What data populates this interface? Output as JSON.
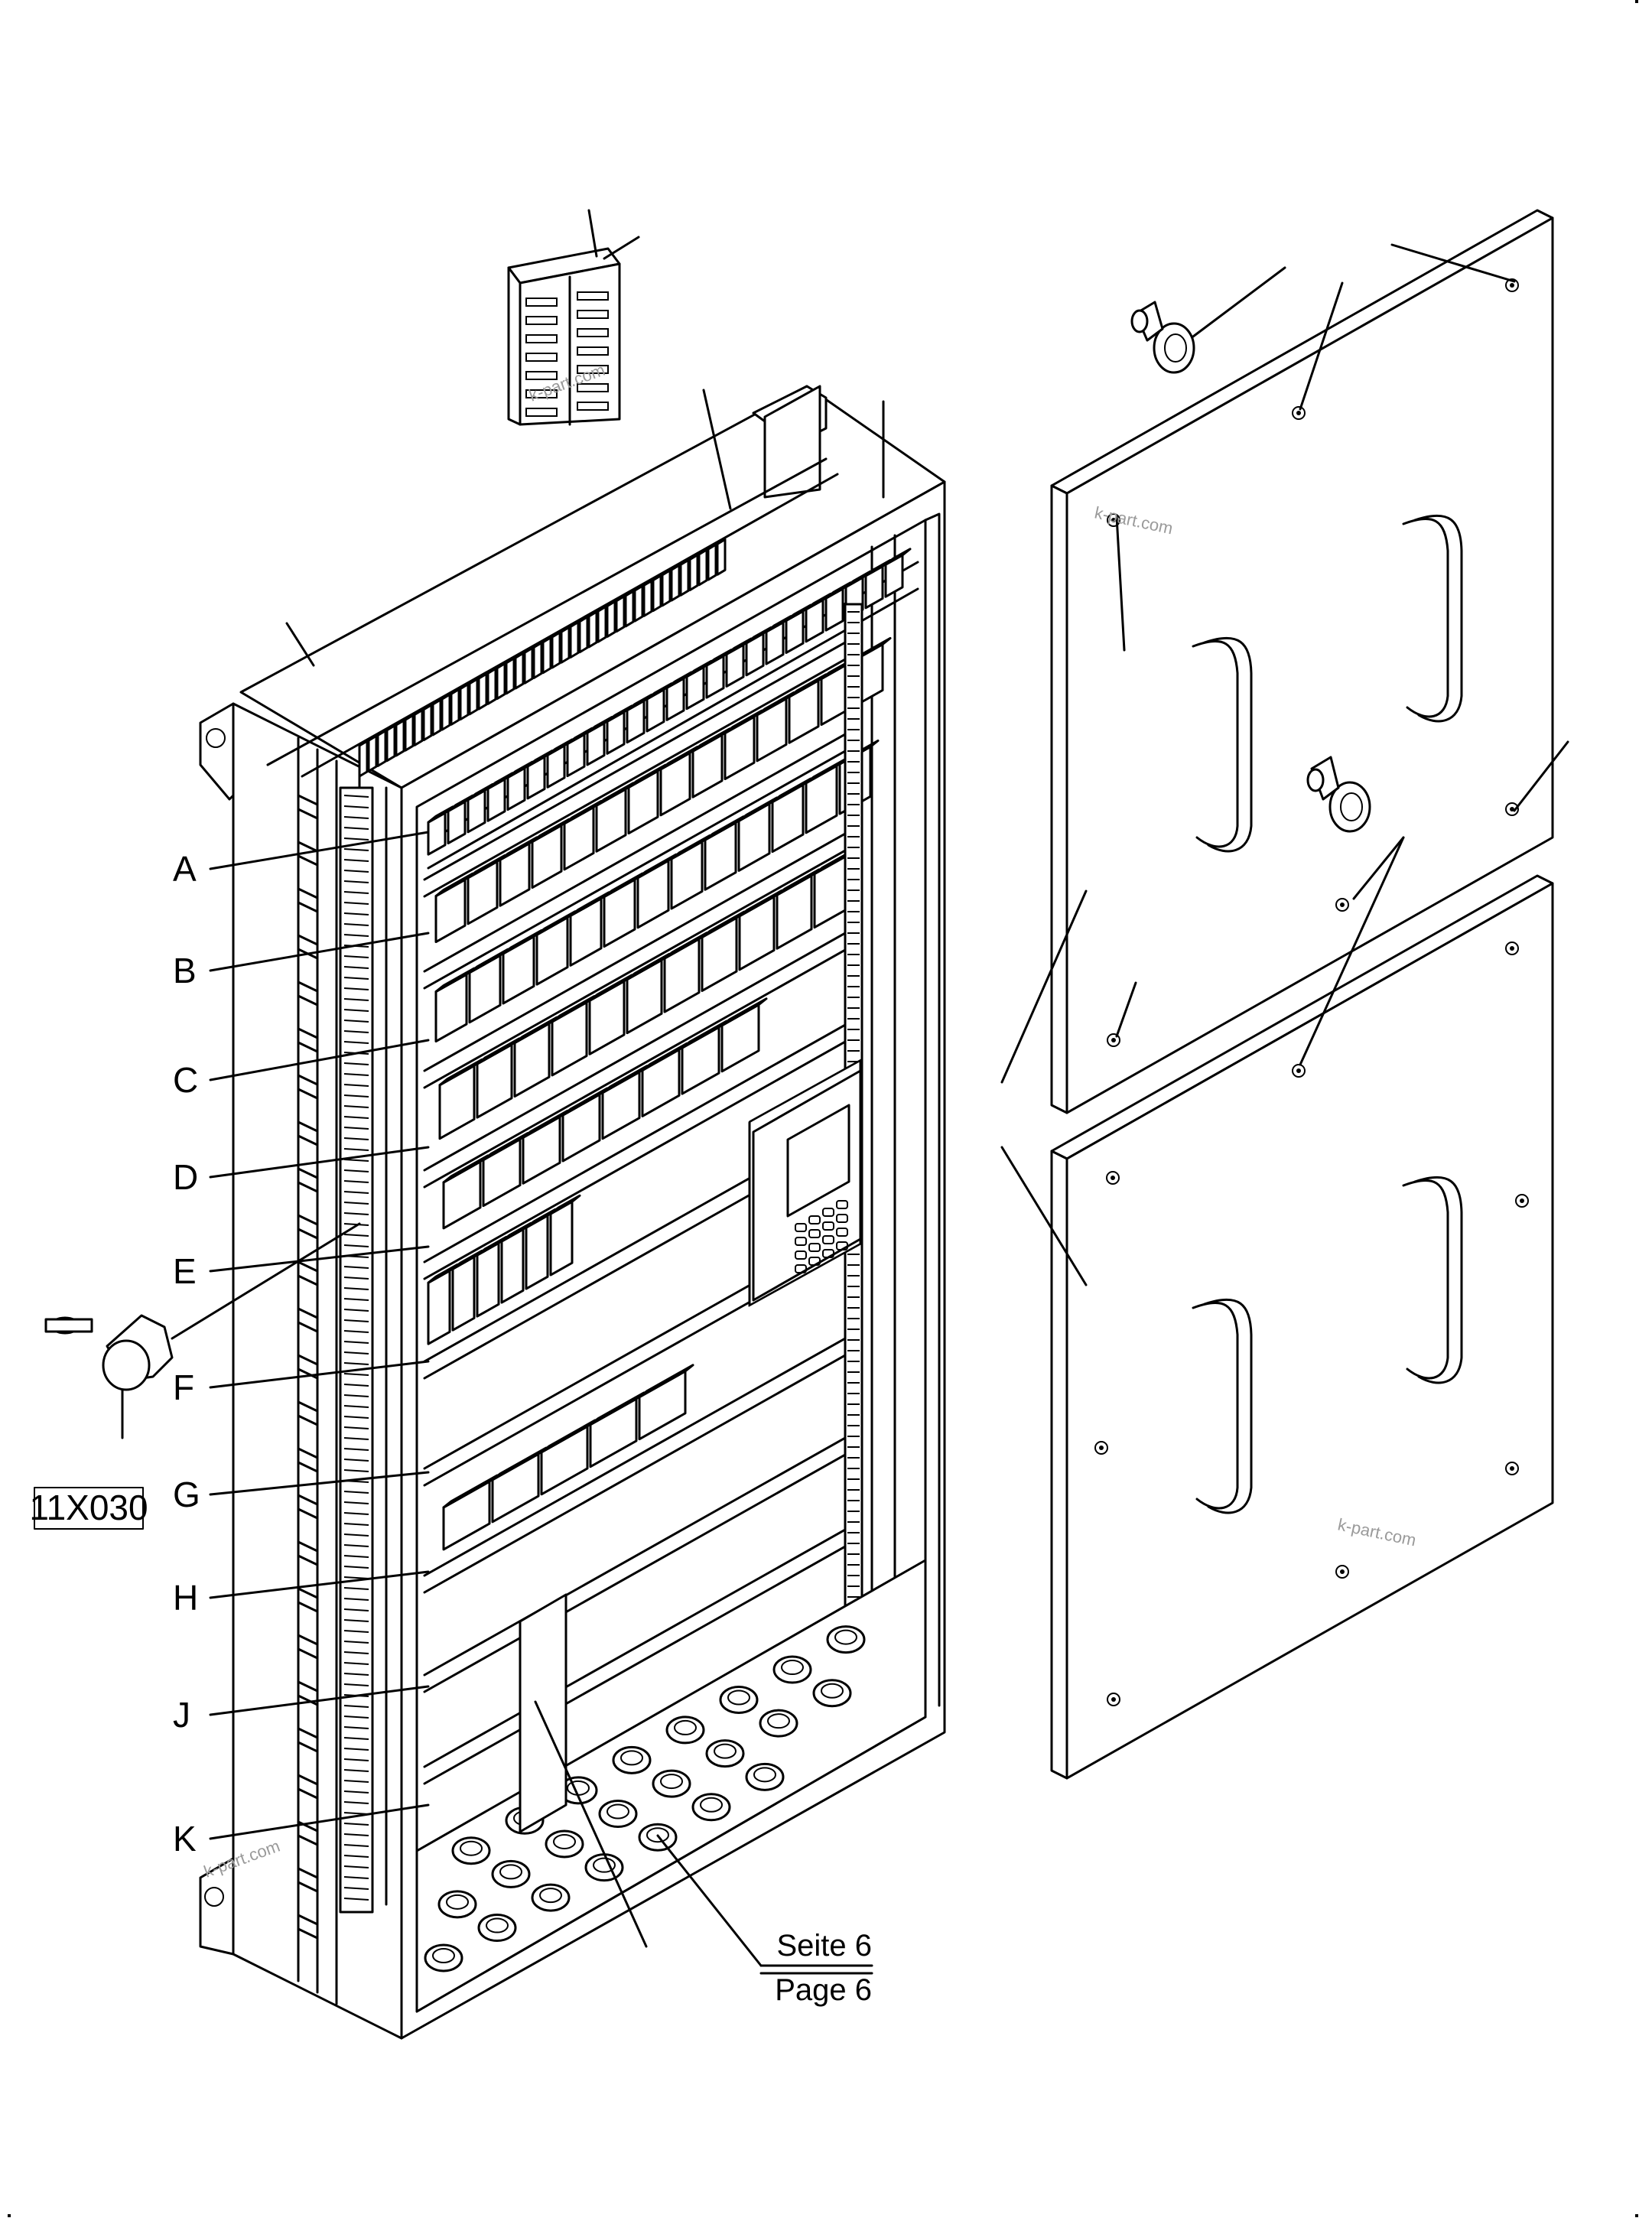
{
  "callouts": [
    "A",
    "B",
    "C",
    "D",
    "E",
    "F",
    "G",
    "H",
    "J",
    "K"
  ],
  "part_box": "11X030",
  "page_reference": {
    "de": "Seite 6",
    "en": "Page 6"
  },
  "watermarks": [
    "k-part.com",
    "k-part.com",
    "k-part.com",
    "k-part.com"
  ]
}
